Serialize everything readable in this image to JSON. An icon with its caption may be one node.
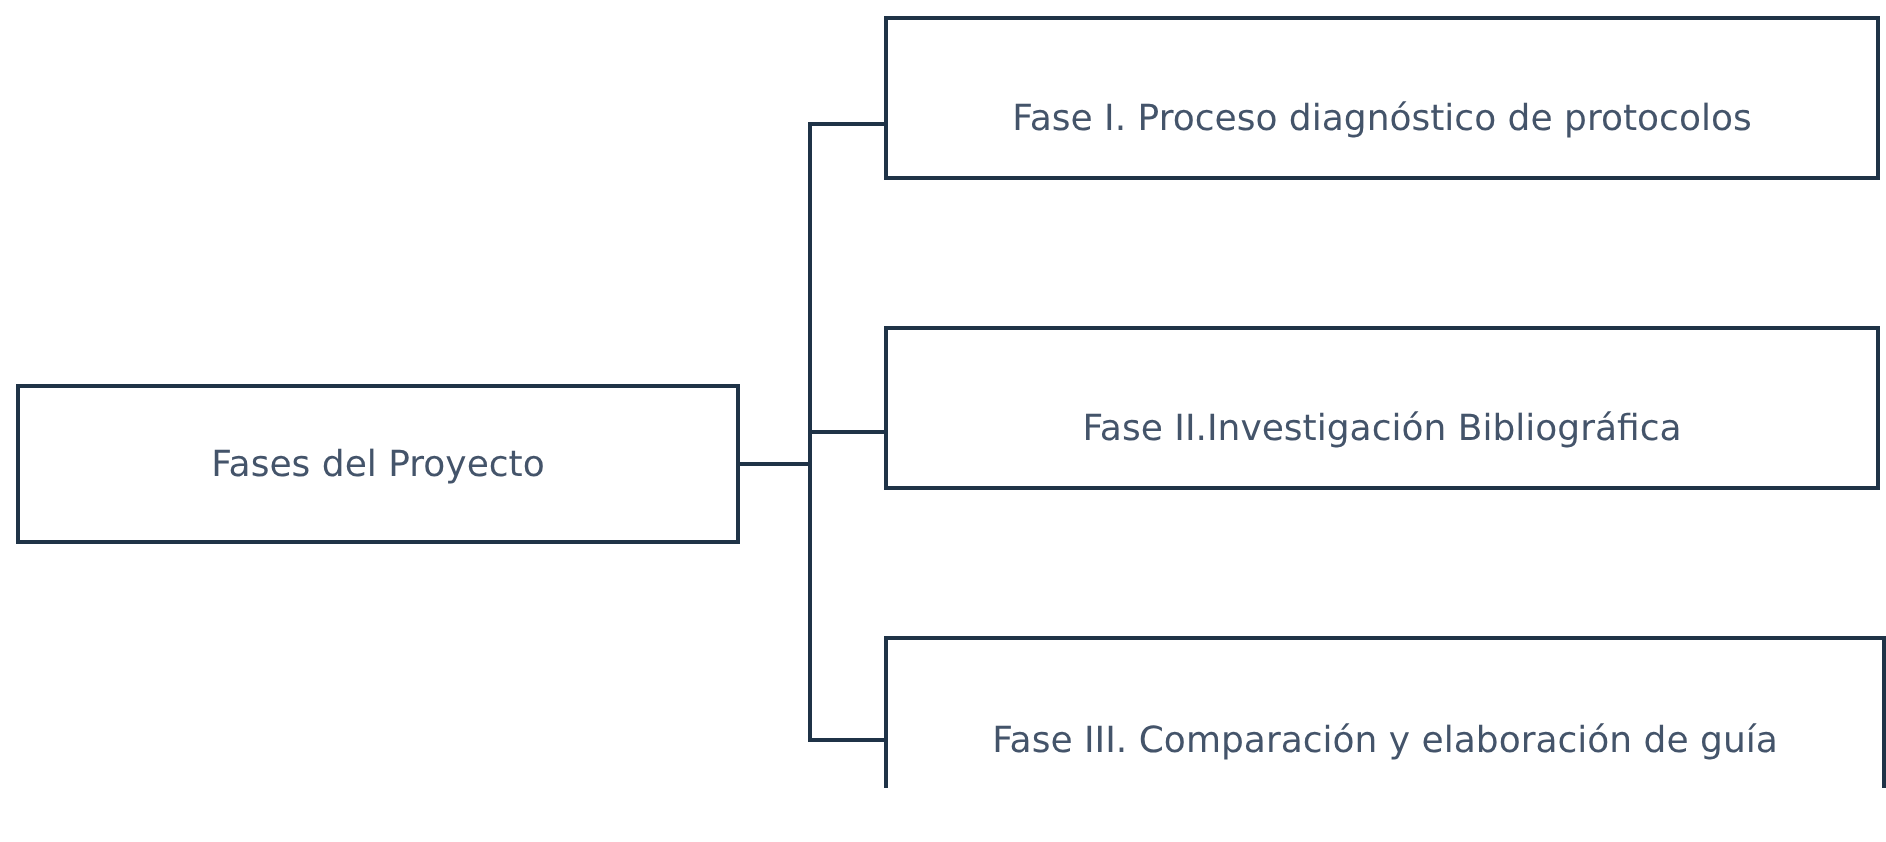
{
  "diagram": {
    "nodes": [
      {
        "text": [
          "Fases del Proyecto"
        ]
      },
      {
        "text": [
          "Fase I. Proceso diagnóstico de protocolos"
        ]
      },
      {
        "text": [
          "Fase II.Investigación Bibliográfica"
        ]
      },
      {
        "text": [
          "Fase III. Comparación y elaboración de guía"
        ]
      }
    ],
    "edges": [
      {
        "from": 0,
        "to": 1,
        "arrow": "none"
      },
      {
        "from": 0,
        "to": 2,
        "arrow": "none"
      },
      {
        "from": 0,
        "to": 3,
        "arrow": "none"
      }
    ]
  }
}
